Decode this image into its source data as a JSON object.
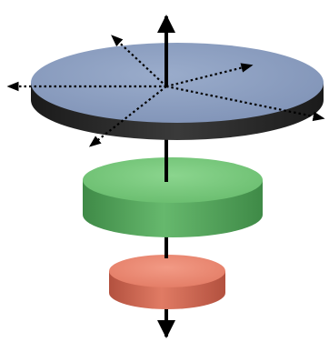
{
  "diagram": {
    "description_colors": {
      "top_disk_face": "#8a9cbf",
      "top_disk_side": "#2b2b2b",
      "middle_disk_face": "#6fc173",
      "middle_disk_side": "#4f9c57",
      "bottom_disk_face": "#ea826b",
      "bottom_disk_side": "#c8604e",
      "axis": "#000000"
    },
    "layers": [
      {
        "name": "top-disk",
        "shape": "wide-disk"
      },
      {
        "name": "middle-disk",
        "shape": "medium-disk"
      },
      {
        "name": "bottom-disk",
        "shape": "small-disk"
      }
    ],
    "arrows": {
      "vertical_axis": "solid",
      "in_plane_directions": "dotted",
      "dotted_count": 5
    }
  }
}
